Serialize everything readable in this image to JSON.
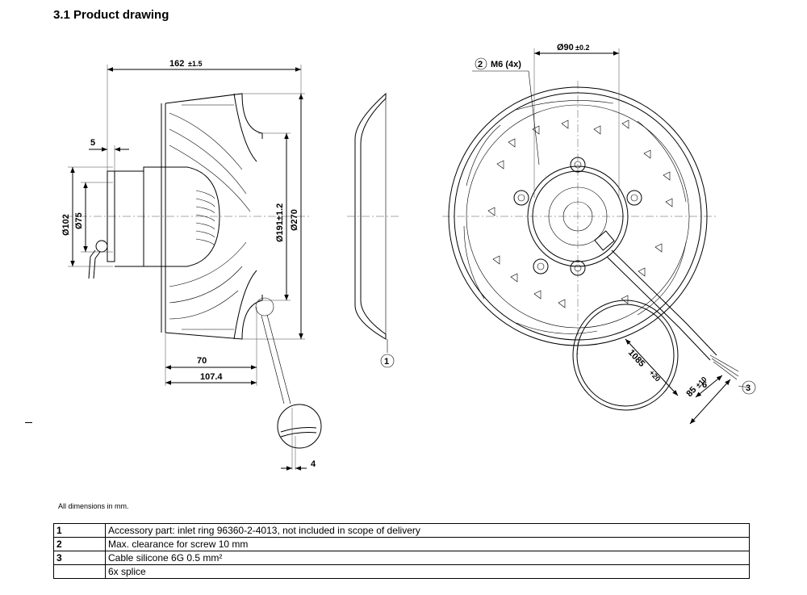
{
  "section_title": "3.1 Product drawing",
  "dimensions": {
    "side_length": "162",
    "side_length_tol": "±1.5",
    "offset_5": "5",
    "dia_102": "Ø102",
    "dia_75": "Ø75",
    "dia_191": "Ø191±1.2",
    "dia_270": "Ø270",
    "len_70": "70",
    "len_107": "107.4",
    "detail_4": "4",
    "bolt_circle": "Ø90",
    "bolt_circle_tol": "±0.2",
    "thread": "M6 (4x)",
    "cable_length": "1085",
    "cable_length_tol": "+20",
    "strip_6": "6",
    "strip_85": "85",
    "strip_85_tol": "±10"
  },
  "callouts": {
    "inlet_ring": "1",
    "screw": "2",
    "cable": "3"
  },
  "note": "All dimensions in mm.",
  "legend": [
    {
      "num": "1",
      "text": "Accessory part: inlet ring 96360-2-4013, not included in scope of delivery"
    },
    {
      "num": "2",
      "text": "Max. clearance for screw 10 mm"
    },
    {
      "num": "3",
      "text": "Cable silicone 6G 0.5 mm²"
    },
    {
      "num": "",
      "text": "6x splice"
    }
  ]
}
